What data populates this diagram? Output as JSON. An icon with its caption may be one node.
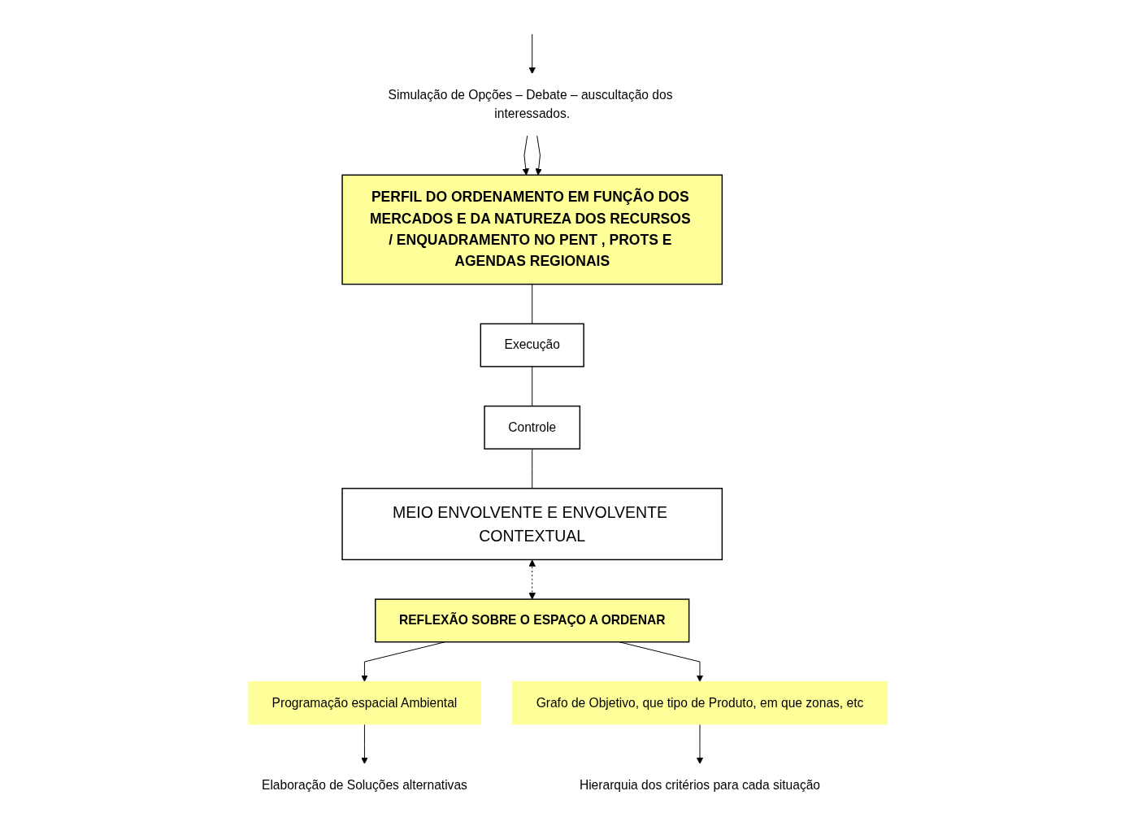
{
  "diagram": {
    "nodes": [
      {
        "text": [
          "REFLEXÃO SOBRE O ESPAÇO A ORDENAR"
        ]
      },
      {
        "text": [
          "Programação espacial Ambiental"
        ]
      },
      {
        "text": [
          "Grafo de Objetivo, que tipo de Produto, em que zonas, etc"
        ]
      },
      {
        "text": [
          "Elaboração de Soluções alternativas"
        ]
      },
      {
        "text": [
          "Simulação de Opções – Debate – auscultação dos interessados."
        ]
      },
      {
        "text": [
          "Hierarquia dos critérios para cada situação"
        ]
      },
      {
        "text": [
          "PERFIL DO ORDENAMENTO EM FUNÇÃO DOS MERCADOS E DA NATUREZA DOS RECURSOS / ENQUADRAMENTO NO PENT , PROTS E AGENDAS REGIONAIS"
        ]
      },
      {
        "text": [
          "Execução"
        ]
      },
      {
        "text": [
          "Controle"
        ]
      },
      {
        "text": [
          "MEIO ENVOLVENTE E ENVOLVENTE CONTEXTUAL"
        ]
      }
    ],
    "edges": [
      {
        "from": 0,
        "to": 1,
        "arrow": "to"
      },
      {
        "from": 0,
        "to": 2,
        "arrow": "to"
      },
      {
        "from": 1,
        "to": 3,
        "arrow": "to"
      },
      {
        "from": null,
        "to": 4,
        "arrow": "to"
      },
      {
        "from": 2,
        "to": 5,
        "arrow": "to"
      },
      {
        "from": 4,
        "to": 6,
        "arrow": "to"
      },
      {
        "from": 4,
        "to": 6,
        "arrow": "to"
      },
      {
        "from": 6,
        "to": 7,
        "arrow": "none"
      },
      {
        "from": 7,
        "to": 8,
        "arrow": "none"
      },
      {
        "from": 8,
        "to": 9,
        "arrow": "none"
      },
      {
        "from": 9,
        "to": 0,
        "arrow": "both",
        "style": "dashed"
      }
    ]
  }
}
